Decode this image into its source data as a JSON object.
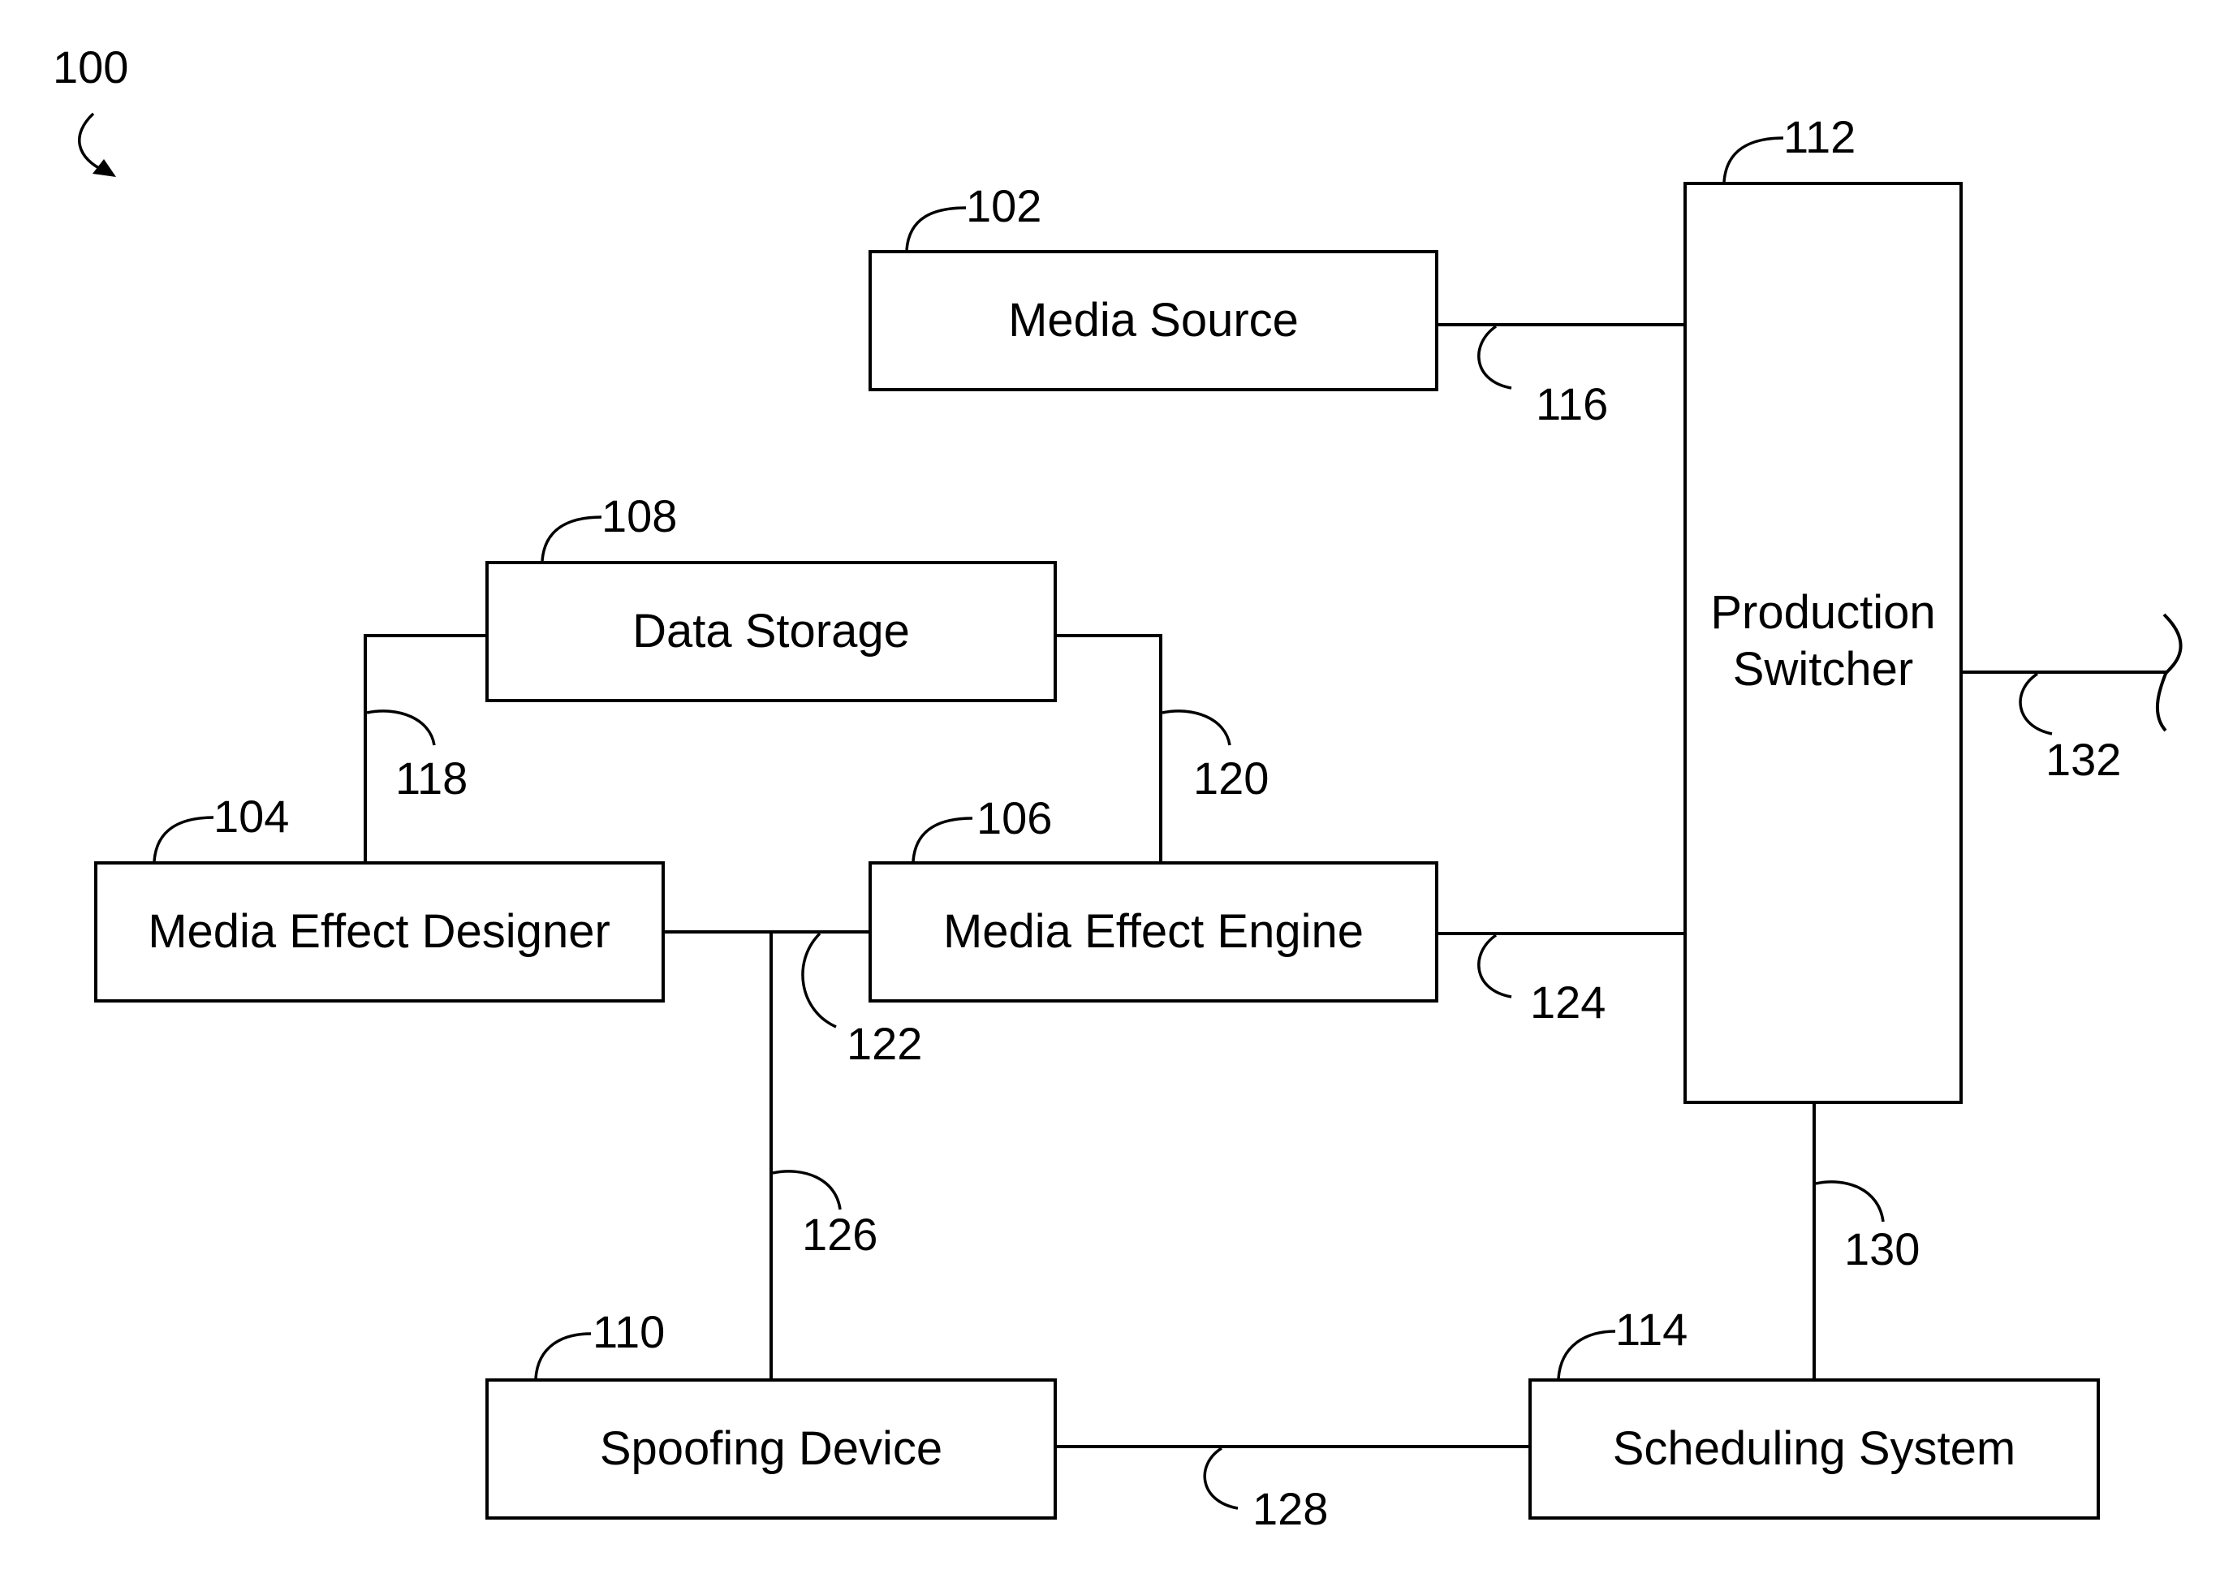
{
  "figure": {
    "ref": "100"
  },
  "blocks": {
    "media_source": {
      "label": "Media Source",
      "ref": "102"
    },
    "media_effect_designer": {
      "label": "Media Effect Designer",
      "ref": "104"
    },
    "media_effect_engine": {
      "label": "Media Effect Engine",
      "ref": "106"
    },
    "data_storage": {
      "label": "Data Storage",
      "ref": "108"
    },
    "spoofing_device": {
      "label": "Spoofing Device",
      "ref": "110"
    },
    "production_switcher": {
      "label_line1": "Production",
      "label_line2": "Switcher",
      "ref": "112"
    },
    "scheduling_system": {
      "label": "Scheduling System",
      "ref": "114"
    }
  },
  "links": {
    "source_to_switcher": "116",
    "storage_to_designer": "118",
    "storage_to_engine": "120",
    "designer_to_engine": "122",
    "engine_to_switcher": "124",
    "junction_to_spoofing": "126",
    "spoofing_to_scheduling": "128",
    "switcher_to_scheduling": "130",
    "switcher_output": "132"
  }
}
